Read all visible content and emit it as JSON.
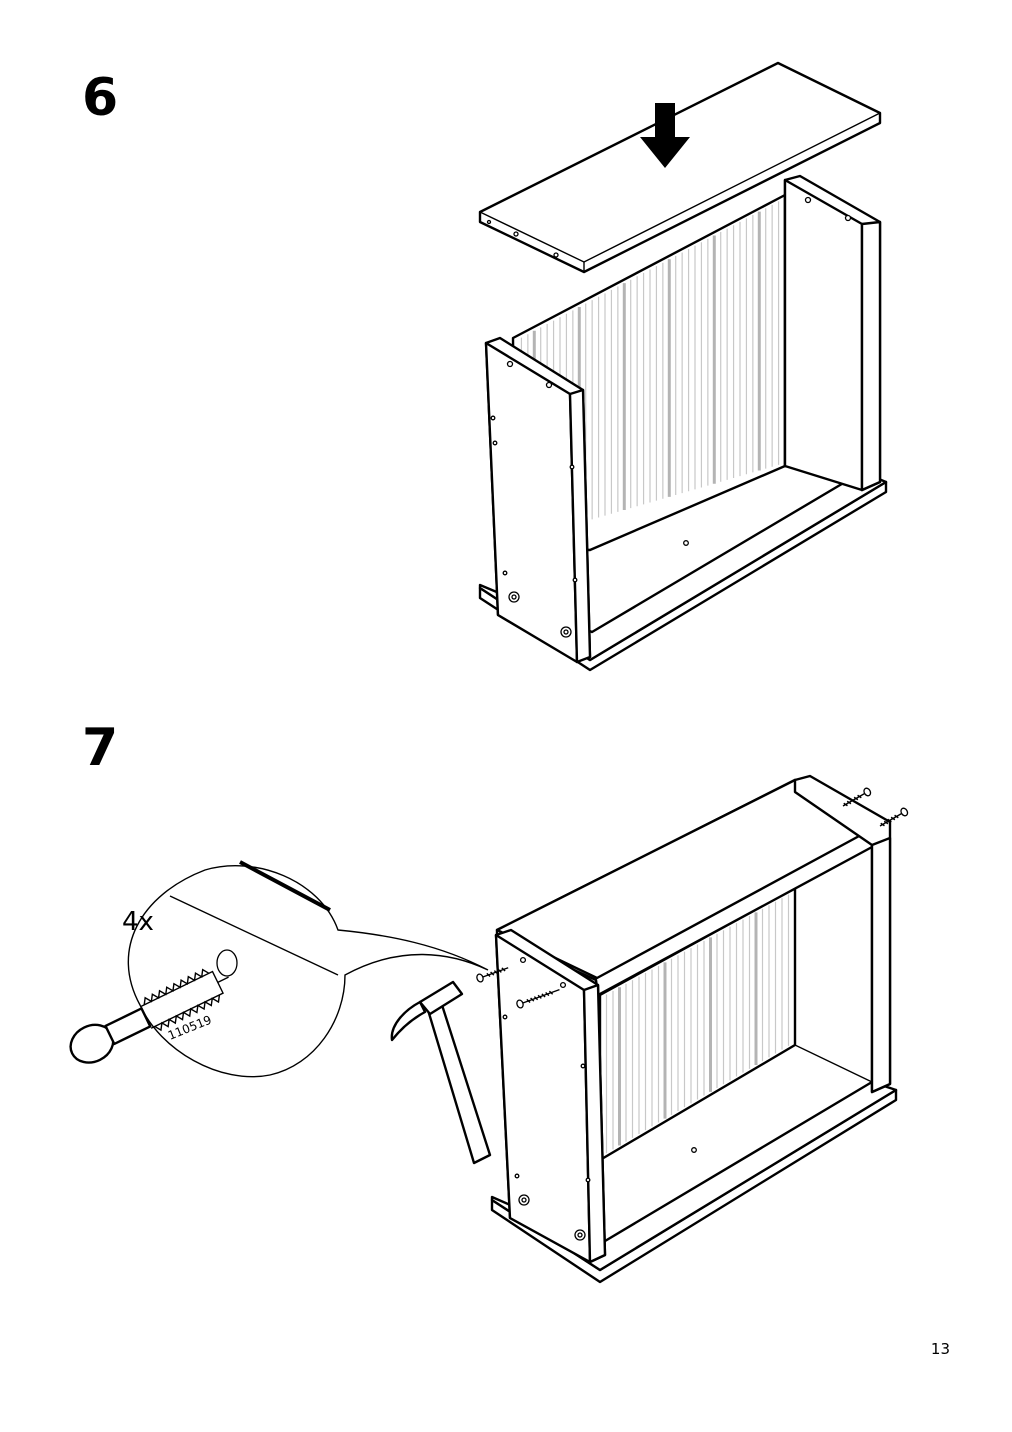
{
  "steps": [
    {
      "number": "6"
    },
    {
      "number": "7",
      "quantity_label": "4x",
      "part_number": "110519"
    }
  ],
  "page_number": "13",
  "icons": {
    "down_arrow": "down-arrow-icon",
    "hammer": "hammer-icon",
    "dowel": "dowel-icon"
  }
}
